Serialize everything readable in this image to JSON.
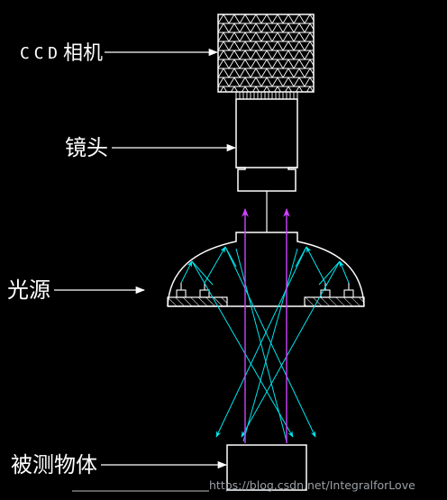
{
  "labels": {
    "camera_prefix": "CCD",
    "camera": "相机",
    "lens": "镜头",
    "light_source": "光源",
    "object": "被测物体"
  },
  "watermark": "https://blog.csdn.net/IntegralforLove",
  "colors": {
    "background": "#000000",
    "outline": "#ffffff",
    "reflected_rays": "#00e5ee",
    "center_rays": "#cc44ff",
    "mesh": "#ffffff"
  }
}
